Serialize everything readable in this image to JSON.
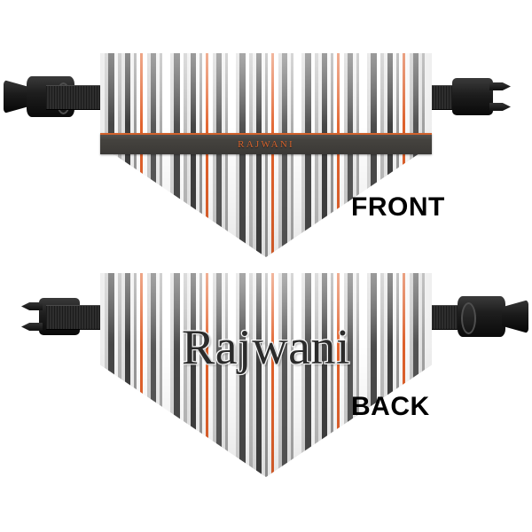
{
  "product": {
    "type": "dog-bandana-collar",
    "personalized_name": "Rajwani",
    "views": [
      {
        "id": "front",
        "label": "FRONT",
        "name_text": "RAJWANI",
        "name_style": "uppercase-serif-letterspaced",
        "has_name_band": true,
        "buckle_left": "female-socket",
        "buckle_right": "male-prongs"
      },
      {
        "id": "back",
        "label": "BACK",
        "name_text": "Rajwani",
        "name_style": "large-serif-outlined",
        "has_name_band": false,
        "buckle_left": "male-prongs",
        "buckle_right": "female-socket"
      }
    ]
  },
  "colors": {
    "background": "#ffffff",
    "stripe_white": "#ffffff",
    "stripe_light_gray": "#d9d9d9",
    "stripe_mid_gray": "#9a9a9a",
    "stripe_dark_gray": "#575757",
    "stripe_charcoal": "#3f3f3f",
    "stripe_orange": "#e2622c",
    "name_band": "#45433f",
    "name_band_text": "#d4622c",
    "back_name_text": "#2b2b2b",
    "back_name_outline": "#f3f3f3",
    "hardware_black": "#1a1a1a",
    "label_text": "#000000"
  },
  "icons": {
    "buckle_socket": "buckle-socket-icon",
    "buckle_male": "buckle-male-icon",
    "strap": "webbing-strap-icon"
  }
}
